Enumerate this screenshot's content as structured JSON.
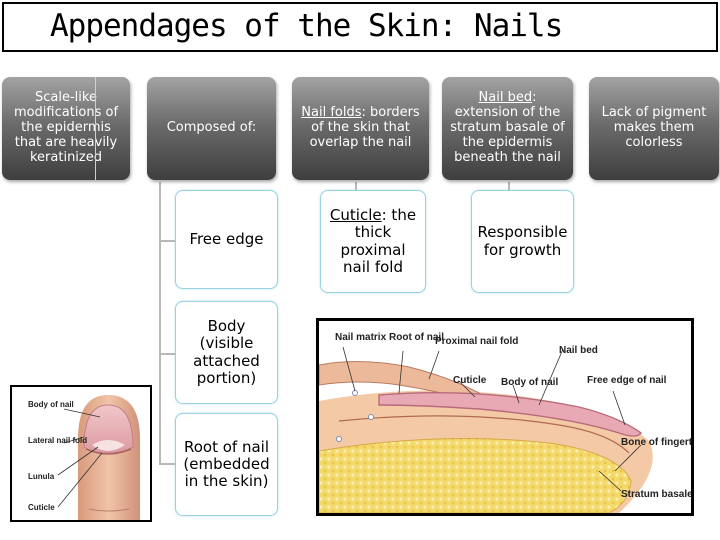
{
  "title": "Appendages of the Skin: Nails",
  "cards": {
    "scale": "Scale-like modifications of the epidermis that are heavily keratinized",
    "composed": "Composed of:",
    "folds_term": "Nail folds",
    "folds_rest": ": borders of the skin that overlap the nail",
    "bed_term": "Nail bed",
    "bed_rest": ": extension of the stratum basale of the epidermis beneath the nail",
    "pigment": "Lack of pigment makes them colorless",
    "free_edge": "Free edge",
    "cuticle_term": "Cuticle",
    "cuticle_rest": ": the thick proximal nail fold",
    "growth": "Responsible for growth",
    "body": "Body (visible attached portion)",
    "root": "Root of nail (embedded in the skin)"
  },
  "photo_labels": {
    "body": "Body of nail",
    "lateral": "Lateral nail fold",
    "lunula": "Lunula",
    "cuticle": "Cuticle"
  },
  "diagram_labels": {
    "matrix": "Nail matrix",
    "root": "Root of nail",
    "proximal": "Proximal nail fold",
    "bed": "Nail bed",
    "cuticle": "Cuticle",
    "body": "Body of nail",
    "free_edge": "Free edge of nail",
    "bone": "Bone of fingertip",
    "basale": "Stratum basale"
  },
  "colors": {
    "card_dark": "#6c6c6c",
    "card_border": "#9ad3e0",
    "skin": "#f3c9a6",
    "nail": "#e8a9b4",
    "bone": "#f3d56a"
  }
}
